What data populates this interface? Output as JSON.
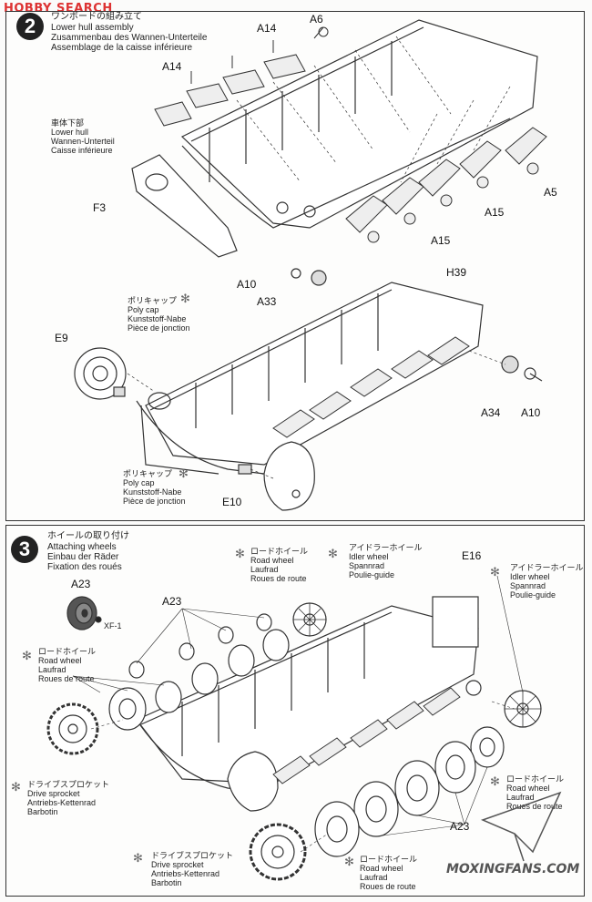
{
  "watermark_top": "HOBBY SEARCH",
  "watermark_bottom": "MOXINGFANS.COM",
  "step2": {
    "number": "2",
    "title_jp": "ワンボードの組み立て",
    "title_en": "Lower hull assembly",
    "title_de": "Zusammenbau des Wannen-Unterteile",
    "title_fr": "Assemblage de la caisse inférieure",
    "callout_lower_hull": [
      "車体下部",
      "Lower hull",
      "Wannen-Unterteil",
      "Caisse inférieure"
    ],
    "polycap_1": [
      "ポリキャップ",
      "Poly cap",
      "Kunststoff-Nabe",
      "Pièce de jonction"
    ],
    "polycap_2": [
      "ポリキャップ",
      "Poly cap",
      "Kunststoff-Nabe",
      "Pièce de jonction"
    ],
    "parts": {
      "a14_top": "A14",
      "a6": "A6",
      "a14_left": "A14",
      "f3": "F3",
      "a5": "A5",
      "a15_mid": "A15",
      "a15_low": "A15",
      "a10_top": "A10",
      "a33": "A33",
      "h39": "H39",
      "e9": "E9",
      "a34": "A34",
      "a10_right": "A10",
      "e10": "E10"
    }
  },
  "step3": {
    "number": "3",
    "title_jp": "ホイールの取り付け",
    "title_en": "Attaching wheels",
    "title_de": "Einbau der Räder",
    "title_fr": "Fixation des roués",
    "road_wheel_top": [
      "ロードホイール",
      "Road wheel",
      "Laufrad",
      "Roues de route"
    ],
    "idler_1": [
      "アイドラーホイール",
      "Idler wheel",
      "Spannrad",
      "Poulie-guide"
    ],
    "idler_2": [
      "アイドラーホイール",
      "Idler wheel",
      "Spannrad",
      "Poulie-guide"
    ],
    "road_wheel_left": [
      "ロードホイール",
      "Road wheel",
      "Laufrad",
      "Roues de route"
    ],
    "drive_sprocket_1": [
      "ドライブスプロケット",
      "Drive sprocket",
      "Antriebs-Kettenrad",
      "Barbotin"
    ],
    "drive_sprocket_2": [
      "ドライブスプロケット",
      "Drive sprocket",
      "Antriebs-Kettenrad",
      "Barbotin"
    ],
    "road_wheel_bottom": [
      "ロードホイール",
      "Road wheel",
      "Laufrad",
      "Roues de route"
    ],
    "road_wheel_right": [
      "ロードホイール",
      "Road wheel",
      "Laufrad",
      "Roues de route"
    ],
    "parts": {
      "a23_icon": "A23",
      "xf1": "XF-1",
      "a23_top": "A23",
      "e16": "E16",
      "a23_bottom": "A23"
    }
  }
}
